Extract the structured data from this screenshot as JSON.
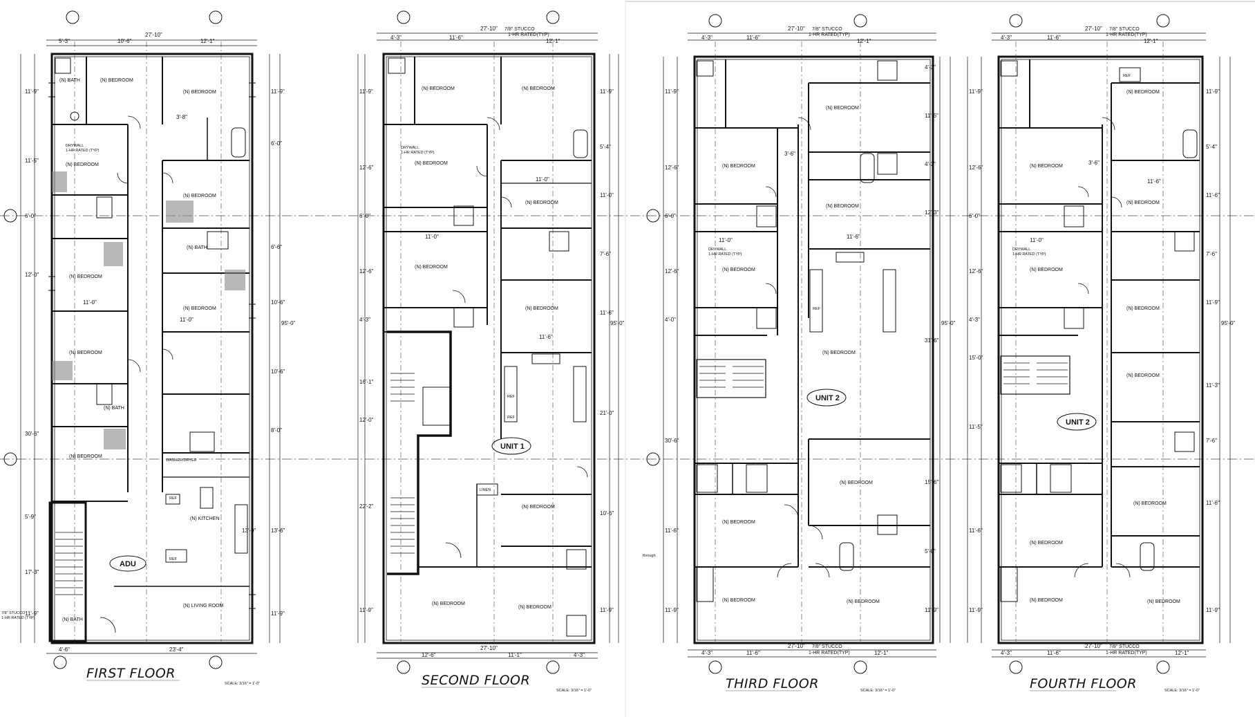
{
  "sheet": {
    "floors": [
      {
        "key": "first",
        "title": "FIRST FLOOR",
        "top_dims": [
          "27'-10\"",
          "5'-3\"",
          "10'-6\"",
          "12'-1\""
        ],
        "left_dims": [
          "11'-9\"",
          "11'-5\"",
          "6'-0\"",
          "12'-0\"",
          "30'-6\"",
          "5'-9\"",
          "17'-3\"",
          "11'-9\""
        ],
        "right_dims": [
          "11'-9\"",
          "6'-0\"",
          "6'-6\"",
          "10'-6\"",
          "95'-0\"",
          "10'-6\"",
          "8'-0\"",
          "13'-6\"",
          "11'-9\""
        ],
        "bottom_dims": [
          "4'-6\"",
          "23'-4\""
        ],
        "rooms": [
          "(N) BATH",
          "(N) BEDROOM",
          "(N) BEDROOM",
          "(N) BEDROOM",
          "(N) BATH",
          "(N) BEDROOM",
          "(N) BEDROOM",
          "(N) BEDROOM",
          "(N) BEDROOM",
          "(N) BATH",
          "(N) BEDROOM",
          "(N) KITCHEN",
          "(N) LIVING ROOM",
          "(N) BATH"
        ],
        "unit_label": "ADU",
        "notes": [
          "DRYWALL",
          "1-HR RATED (TYP)",
          "7/8\" STUCCO",
          "1-HR RATED (TYP)",
          "REF",
          "REF",
          "WASHER/DRYER"
        ],
        "extra_dims": [
          "11'-0\"",
          "11'-0\"",
          "13'-0\"",
          "3'-8\""
        ]
      },
      {
        "key": "second",
        "title": "SECOND FLOOR",
        "top_dims": [
          "27'-10\"",
          "4'-3\"",
          "11'-6\"",
          "12'-1\""
        ],
        "stucco_note": "7/8\" STUCCO",
        "rated_note": "1-HR RATED(TYP)",
        "left_dims": [
          "11'-9\"",
          "12'-6\"",
          "6'-0\"",
          "12'-6\"",
          "4'-3\"",
          "16'-1\"",
          "12'-0\"",
          "22'-2\"",
          "11'-9\""
        ],
        "right_dims": [
          "11'-9\"",
          "5'-4\"",
          "11'-0\"",
          "7'-6\"",
          "11'-6\"",
          "95'-0\"",
          "21'-0\"",
          "10'-6\"",
          "11'-9\""
        ],
        "bottom_dims": [
          "27'-10\"",
          "12'-6\"",
          "11'-1\"",
          "4'-3\""
        ],
        "rooms": [
          "(N) BEDROOM",
          "(N) BEDROOM",
          "(N) BEDROOM",
          "(N) BEDROOM",
          "(N) BEDROOM",
          "(N) BEDROOM",
          "(N) BEDROOM",
          "(N) BEDROOM",
          "(N) BEDROOM"
        ],
        "unit_label": "UNIT 1",
        "notes": [
          "DRYWALL",
          "1-HR RATED (TYP)",
          "REF",
          "REF",
          "LINEN"
        ],
        "extra_dims": [
          "11'-0\"",
          "11'-0\"",
          "11'-6\""
        ]
      },
      {
        "key": "third",
        "title": "THIRD FLOOR",
        "top_dims": [
          "27'-10\"",
          "4'-3\"",
          "11'-6\"",
          "12'-1\""
        ],
        "stucco_note": "7/8\" STUCCO",
        "rated_note": "1-HR RATED(TYP)",
        "left_dims": [
          "11'-9\"",
          "12'-6\"",
          "6'-0\"",
          "12'-6\"",
          "4'-0\"",
          "30'-6\"",
          "11'-6\"",
          "11'-9\""
        ],
        "right_dims": [
          "4'-3\"",
          "11'-6\"",
          "4'-3\"",
          "12'-3\"",
          "95'-0\"",
          "31'-6\"",
          "15'-6\"",
          "5'-0\"",
          "11'-9\""
        ],
        "bottom_dims": [
          "27'-10\"",
          "4'-3\"",
          "11'-6\"",
          "12'-1\""
        ],
        "bottom_stucco": "7/8\" STUCCO",
        "bottom_rated": "1-HR RATED(TYP)",
        "rooms": [
          "(N) BEDROOM",
          "(N) BEDROOM",
          "(N) BEDROOM",
          "(N) BEDROOM",
          "(N) BEDROOM",
          "(N) BEDROOM",
          "(N) BEDROOM",
          "(N) BEDROOM",
          "(N) BEDROOM"
        ],
        "unit_label": "UNIT 2",
        "notes": [
          "DRYWALL",
          "1-HR RATED (TYP)",
          "REF"
        ],
        "extra_dims": [
          "11'-0\"",
          "11'-6\"",
          "3'-6\""
        ],
        "margin_note": "through"
      },
      {
        "key": "fourth",
        "title": "FOURTH FLOOR",
        "top_dims": [
          "27'-10\"",
          "4'-3\"",
          "11'-6\"",
          "12'-1\""
        ],
        "stucco_note": "7/8\" STUCCO",
        "rated_note": "1-HR RATED(TYP)",
        "left_dims": [
          "11'-9\"",
          "12'-6\"",
          "6'-0\"",
          "12'-6\"",
          "4'-3\"",
          "15'-0\"",
          "11'-5\"",
          "11'-6\"",
          "11'-9\""
        ],
        "right_dims": [
          "11'-9\"",
          "5'-4\"",
          "11'-6\"",
          "7'-6\"",
          "11'-9\"",
          "95'-0\"",
          "11'-3\"",
          "7'-6\"",
          "11'-6\"",
          "11'-9\""
        ],
        "bottom_dims": [
          "27'-10\"",
          "4'-3\"",
          "11'-6\"",
          "12'-1\""
        ],
        "bottom_stucco": "7/8\" STUCCO",
        "bottom_rated": "1-HR RATED(TYP)",
        "rooms": [
          "(N) BEDROOM",
          "(N) BEDROOM",
          "(N) BEDROOM",
          "(N) BEDROOM",
          "(N) BEDROOM",
          "(N) BEDROOM",
          "(N) BEDROOM",
          "(N) BEDROOM",
          "(N) BEDROOM",
          "(N) BEDROOM"
        ],
        "unit_label": "UNIT 2",
        "notes": [
          "DRYWALL",
          "1-HR RATED (TYP)",
          "REF"
        ],
        "extra_dims": [
          "11'-0\"",
          "11'-6\"",
          "3'-6\""
        ]
      }
    ],
    "scale_note": "SCALE: 3/16\" = 1'-0\""
  }
}
